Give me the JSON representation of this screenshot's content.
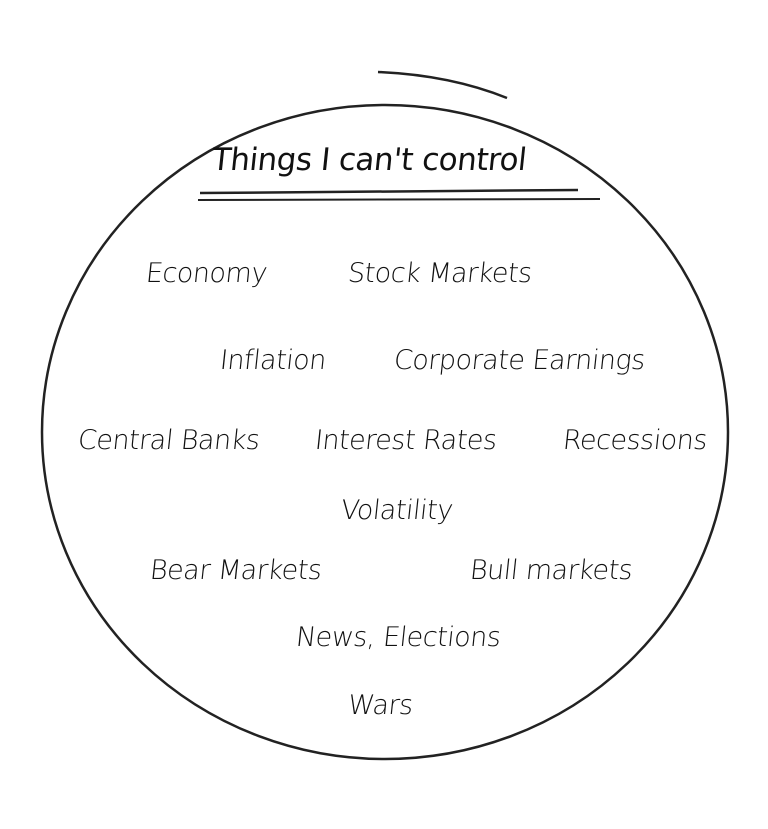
{
  "title": "Things I can't control",
  "items": [
    "Economy",
    "Stock Markets",
    "Inflation",
    "Corporate Earnings",
    "Central Banks",
    "Interest Rates",
    "Recessions",
    "Volatility",
    "Bear Markets",
    "Bull markets",
    "News, Elections",
    "Wars"
  ],
  "colors": {
    "ink": "#111111",
    "background": "#ffffff"
  }
}
